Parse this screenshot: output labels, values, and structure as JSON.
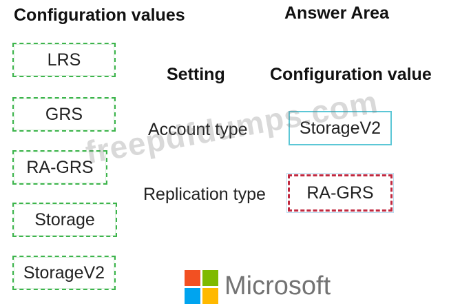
{
  "left_heading": "Configuration values",
  "right_heading": "Answer Area",
  "source_items": [
    "LRS",
    "GRS",
    "RA-GRS",
    "Storage",
    "StorageV2"
  ],
  "answer_area": {
    "setting_header": "Setting",
    "value_header": "Configuration value",
    "rows": [
      {
        "setting": "Account type",
        "value": "StorageV2"
      },
      {
        "setting": "Replication type",
        "value": "RA-GRS"
      }
    ]
  },
  "watermark": "freepdfdumps.com",
  "brand": {
    "name": "Microsoft",
    "colors": [
      "#f25022",
      "#7fba00",
      "#00a4ef",
      "#ffb900"
    ]
  }
}
